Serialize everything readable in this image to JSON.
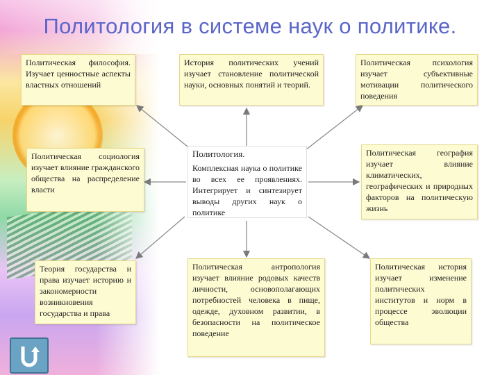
{
  "title": "Политология в системе наук о политике.",
  "boxes": {
    "philosophy": "Политическая философия. Изучает ценностные аспекты властных отношений",
    "history_of_teachings": "История политических учений изучает становление политической науки, основных понятий и теорий.",
    "psychology": "Политическая психология изучает субъективные мотивации политического поведения",
    "sociology": "Политическая социология изучает влияние гражданского общества на распределение власти",
    "center_title": "Политология.",
    "center_body": "Комплексная наука о политике во всех ее проявлениях. Интегрирует и синтезирует выводы других наук о политике",
    "geography": "Политическая география изучает влияние климатических, географических и природных факторов на политическую жизнь",
    "theory_state_law": "Теория государства и права изучает историю и закономерности возникновения государства и права",
    "anthropology": "Политическая антропология изучает влияние родовых качеств личности, основополагающих потребностей человека в пище, одежде, духовном развитии, в безопасности на политическое поведение",
    "history": "Политическая история изучает изменение политических институтов и норм в процессе эволюции общества"
  },
  "colors": {
    "title": "#5b66c8",
    "arrow": "#8a8a8a",
    "box_bg": "#fdfbd2"
  },
  "icons": {
    "return": "return-arrow-icon"
  }
}
